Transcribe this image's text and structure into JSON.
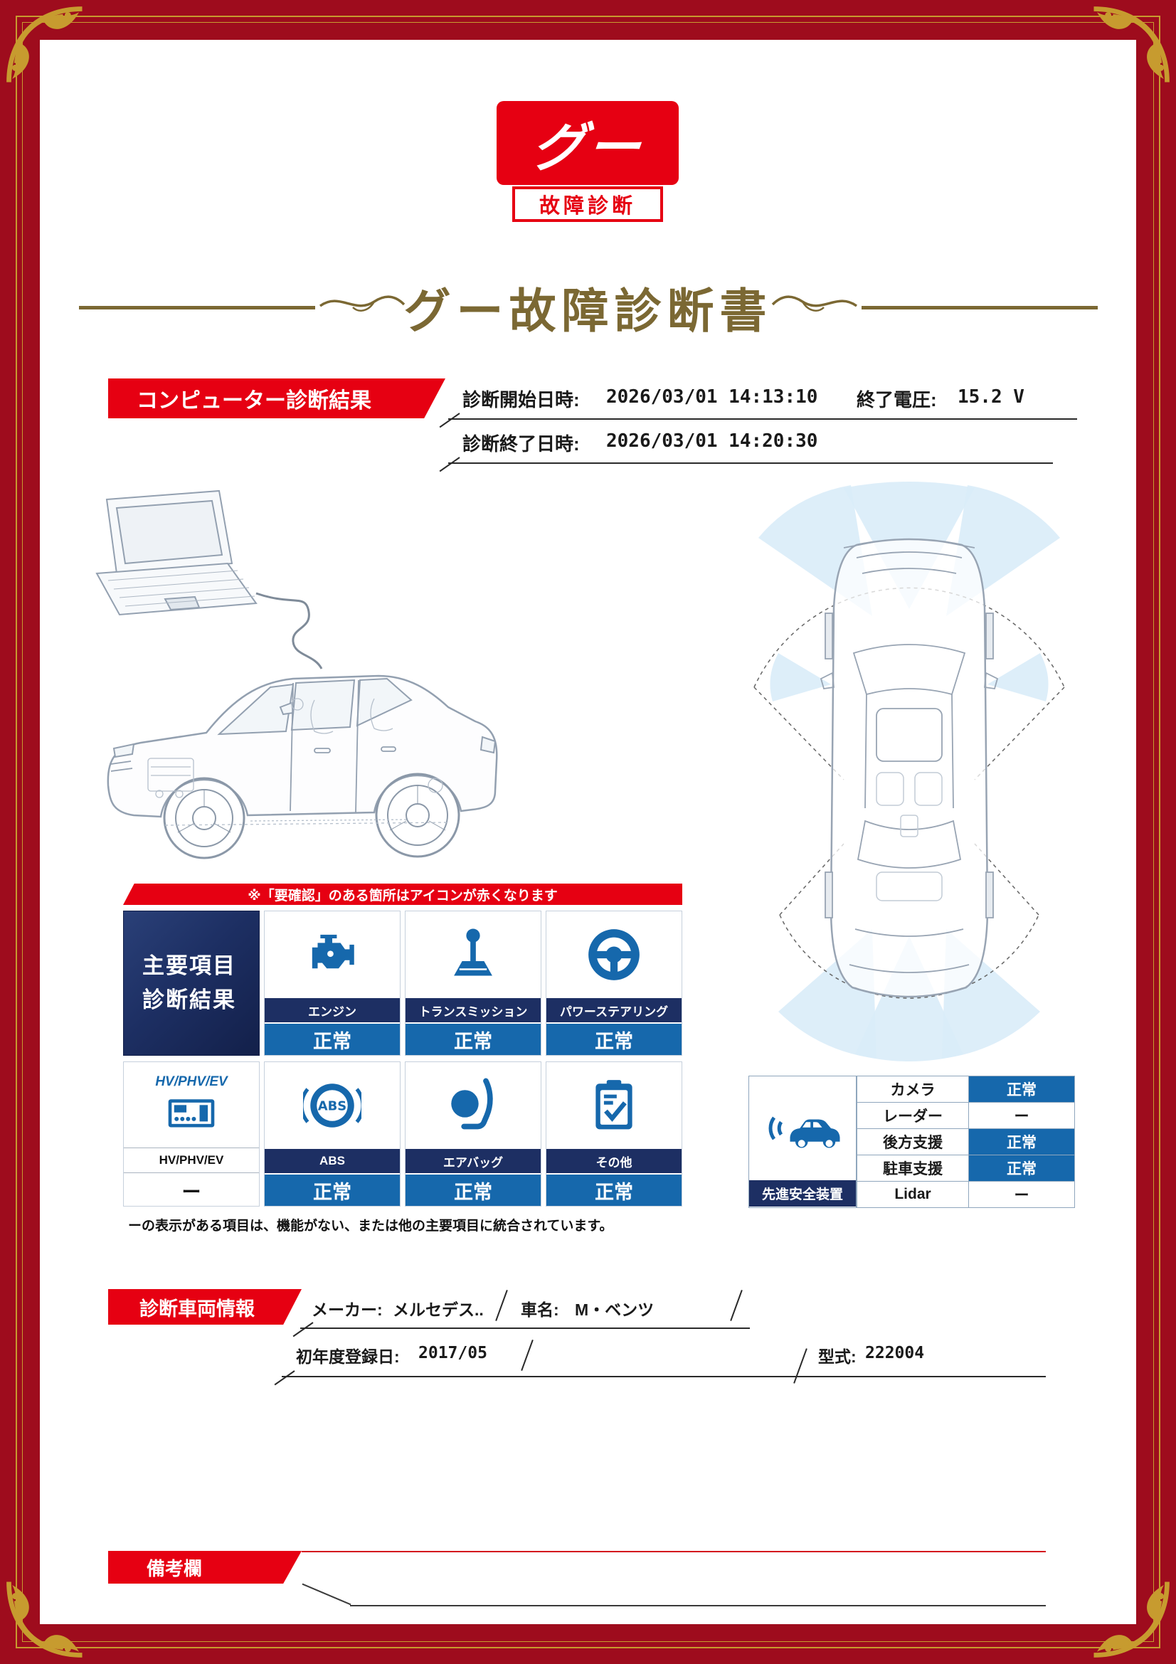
{
  "logo": {
    "brand": "グー",
    "label": "故障診断"
  },
  "title": "グー故障診断書",
  "computer_diagnosis": {
    "section_title": "コンピューター診断結果",
    "start_label": "診断開始日時:",
    "start_value": "2026/03/01 14:13:10",
    "voltage_label": "終了電圧:",
    "voltage_value": "15.2 V",
    "end_label": "診断終了日時:",
    "end_value": "2026/03/01 14:20:30"
  },
  "notice": "※「要確認」のある箇所はアイコンが赤くなります",
  "main_items": {
    "panel_line1": "主要項目",
    "panel_line2": "診断結果",
    "items": [
      {
        "label": "エンジン",
        "status": "正常",
        "icon": "engine-icon"
      },
      {
        "label": "トランスミッション",
        "status": "正常",
        "icon": "transmission-icon"
      },
      {
        "label": "パワーステアリング",
        "status": "正常",
        "icon": "steering-wheel-icon"
      },
      {
        "header": "HV/PHV/EV",
        "label": "HV/PHV/EV",
        "status": "ー",
        "icon": "ev-meter-icon"
      },
      {
        "label": "ABS",
        "status": "正常",
        "icon": "abs-icon"
      },
      {
        "label": "エアバッグ",
        "status": "正常",
        "icon": "airbag-icon"
      },
      {
        "label": "その他",
        "status": "正常",
        "icon": "checklist-icon"
      }
    ],
    "footnote": "ーの表示がある項目は、機能がない、または他の主要項目に統合されています。"
  },
  "safety": {
    "panel_label": "先進安全装置",
    "icon": "car-sensor-icon",
    "rows": [
      {
        "label": "カメラ",
        "value": "正常"
      },
      {
        "label": "レーダー",
        "value": "ー"
      },
      {
        "label": "後方支援",
        "value": "正常"
      },
      {
        "label": "駐車支援",
        "value": "正常"
      },
      {
        "label": "Lidar",
        "value": "ー"
      }
    ]
  },
  "vehicle_info": {
    "section_title": "診断車両情報",
    "maker_label": "メーカー:",
    "maker_value": "メルセデス..",
    "name_label": "車名:",
    "name_value": "M・ベンツ",
    "first_reg_label": "初年度登録日:",
    "first_reg_value": "2017/05",
    "model_label": "型式:",
    "model_value": "222004"
  },
  "remarks": {
    "section_title": "備考欄"
  },
  "colors": {
    "accent_red": "#e60012",
    "frame_red": "#9e0c1d",
    "navy": "#1d2f63",
    "status_blue": "#1668ac",
    "gold": "#c79b2f",
    "title_brown": "#7b6833"
  }
}
